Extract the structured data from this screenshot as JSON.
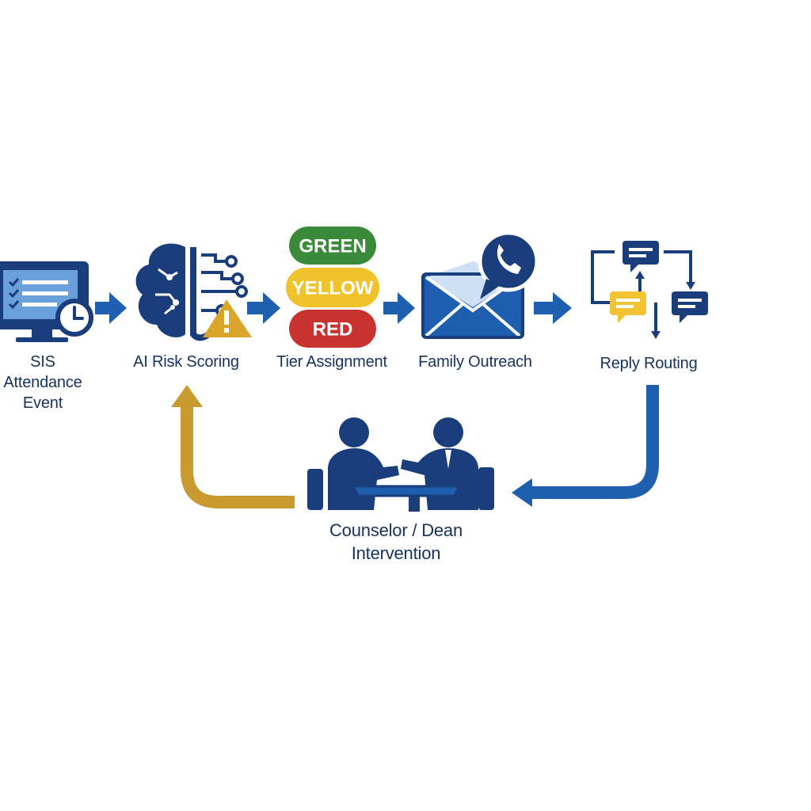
{
  "steps": {
    "sis": {
      "line1": "SIS",
      "line2": "Attendance",
      "line3": "Event"
    },
    "ai_risk": {
      "label": "AI Risk Scoring"
    },
    "tier": {
      "label": "Tier Assignment",
      "tiers": [
        {
          "label": "GREEN",
          "color": "#3a8a3a"
        },
        {
          "label": "YELLOW",
          "color": "#f0c22c"
        },
        {
          "label": "RED",
          "color": "#c8322f"
        }
      ]
    },
    "outreach": {
      "label": "Family Outreach"
    },
    "reply": {
      "label": "Reply Routing"
    },
    "intervention": {
      "line1": "Counselor / Dean",
      "line2": "Intervention"
    }
  },
  "colors": {
    "navy": "#16325c",
    "blue": "#1f5fb0",
    "gold": "#c99a2e",
    "accent_yellow": "#f1c232"
  }
}
